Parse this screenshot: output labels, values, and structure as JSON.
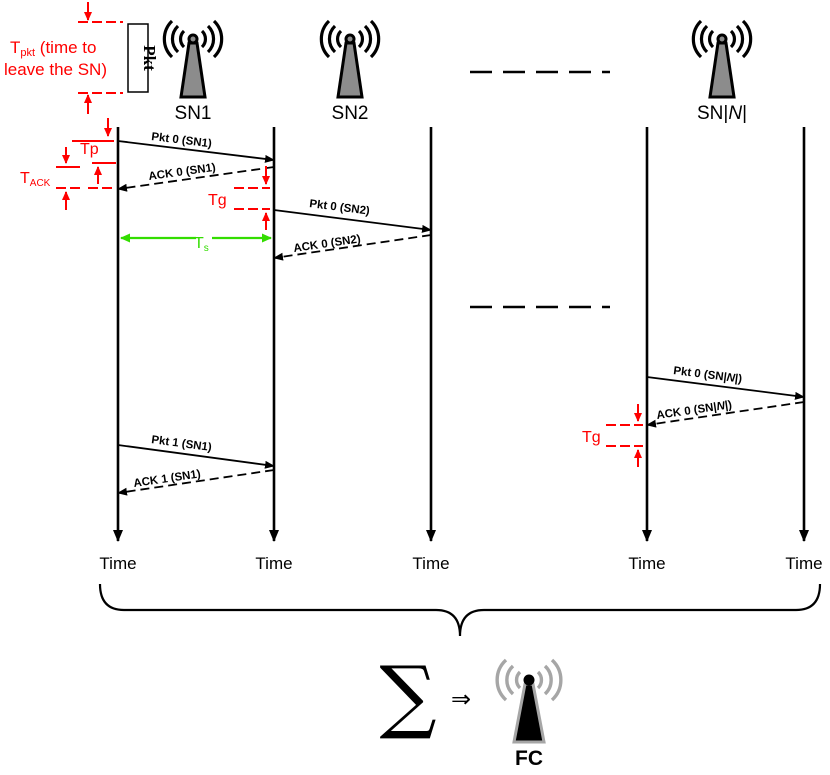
{
  "sensors": [
    {
      "label": "SN1"
    },
    {
      "label": "SN2"
    },
    {
      "label_prefix": "SN|",
      "label_italic": "N",
      "label_suffix": "|"
    }
  ],
  "time_label": "Time",
  "timing_labels": {
    "t_pkt_main": "T",
    "t_pkt_sub": "pkt",
    "t_pkt_desc_1": " (time to",
    "t_pkt_desc_2": "leave the SN)",
    "pkt_box": "Pkt",
    "tp": "Tp",
    "t_ack_main": "T",
    "t_ack_sub": "ACK",
    "tg": "Tg",
    "ts_main": "T",
    "ts_sub": "s"
  },
  "messages": {
    "pkt0_sn1": "Pkt 0 (SN1)",
    "ack0_sn1": "ACK 0 (SN1)",
    "pkt0_sn2": "Pkt 0 (SN2)",
    "ack0_sn2": "ACK 0 (SN2)",
    "pkt0_snn_prefix": "Pkt 0 (SN|",
    "pkt0_snn_italic": "N",
    "pkt0_snn_suffix": "|)",
    "ack0_snn_prefix": "ACK 0 (SN|",
    "ack0_snn_italic": "N",
    "ack0_snn_suffix": "|)",
    "pkt1_sn1": "Pkt 1 (SN1)",
    "ack1_sn1": "ACK 1 (SN1)"
  },
  "fusion": {
    "sum_symbol": "∑",
    "implies_symbol": "⇒",
    "fc_label": "FC"
  },
  "colors": {
    "timing": "#ff0000",
    "slot": "#33dd00",
    "tower_body": "#8c8c8c",
    "fc_body": "#000000",
    "fc_waves": "#a6a6a6"
  }
}
